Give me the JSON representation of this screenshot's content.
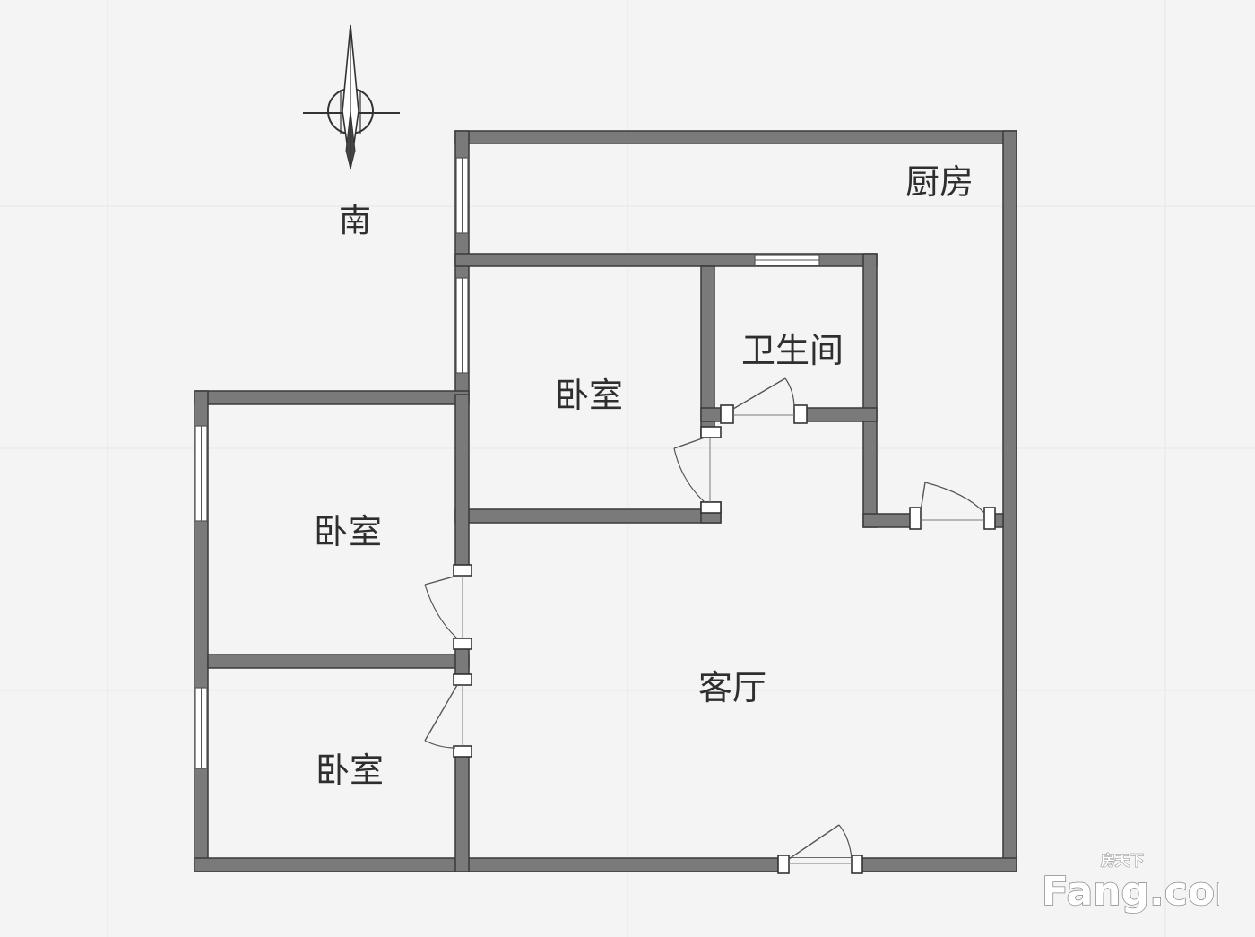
{
  "compass": {
    "direction_label": "南",
    "icon": "north-arrow-icon"
  },
  "rooms": {
    "kitchen": "厨房",
    "bathroom": "卫生间",
    "bedroom_top": "卧室",
    "bedroom_left": "卧室",
    "bedroom_bottom": "卧室",
    "living_room": "客厅"
  },
  "watermark": {
    "brand": "Fang.com",
    "sub": "房天下"
  },
  "colors": {
    "wall_fill": "#7a7a7a",
    "background": "#f4f4f4"
  }
}
